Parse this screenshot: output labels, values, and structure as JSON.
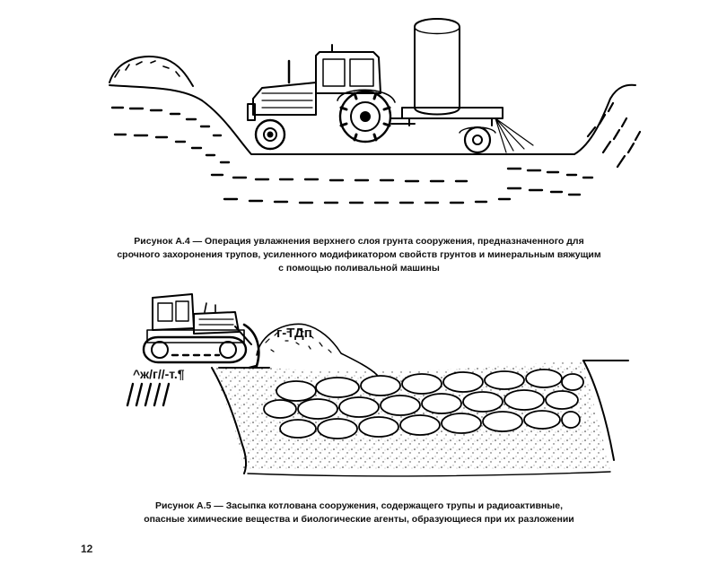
{
  "figure_a4": {
    "caption_lines": [
      "Рисунок А.4 — Операция увлажнения верхнего слоя грунта сооружения, предназначенного для",
      "срочного захоронения трупов, усиленного модификатором свойств грунтов и минеральным вяжущим",
      "с помощью поливальной машины"
    ]
  },
  "figure_a5": {
    "label_soil": "г-ТДп",
    "label_ground": "^ж/г//-т.¶",
    "caption_lines": [
      "Рисунок А.5 — Засыпка котлована сооружения, содержащего трупы и радиоактивные,",
      "опасные химические вещества и биологические агенты, образующиеся при их разложении"
    ]
  },
  "page_number": "12"
}
